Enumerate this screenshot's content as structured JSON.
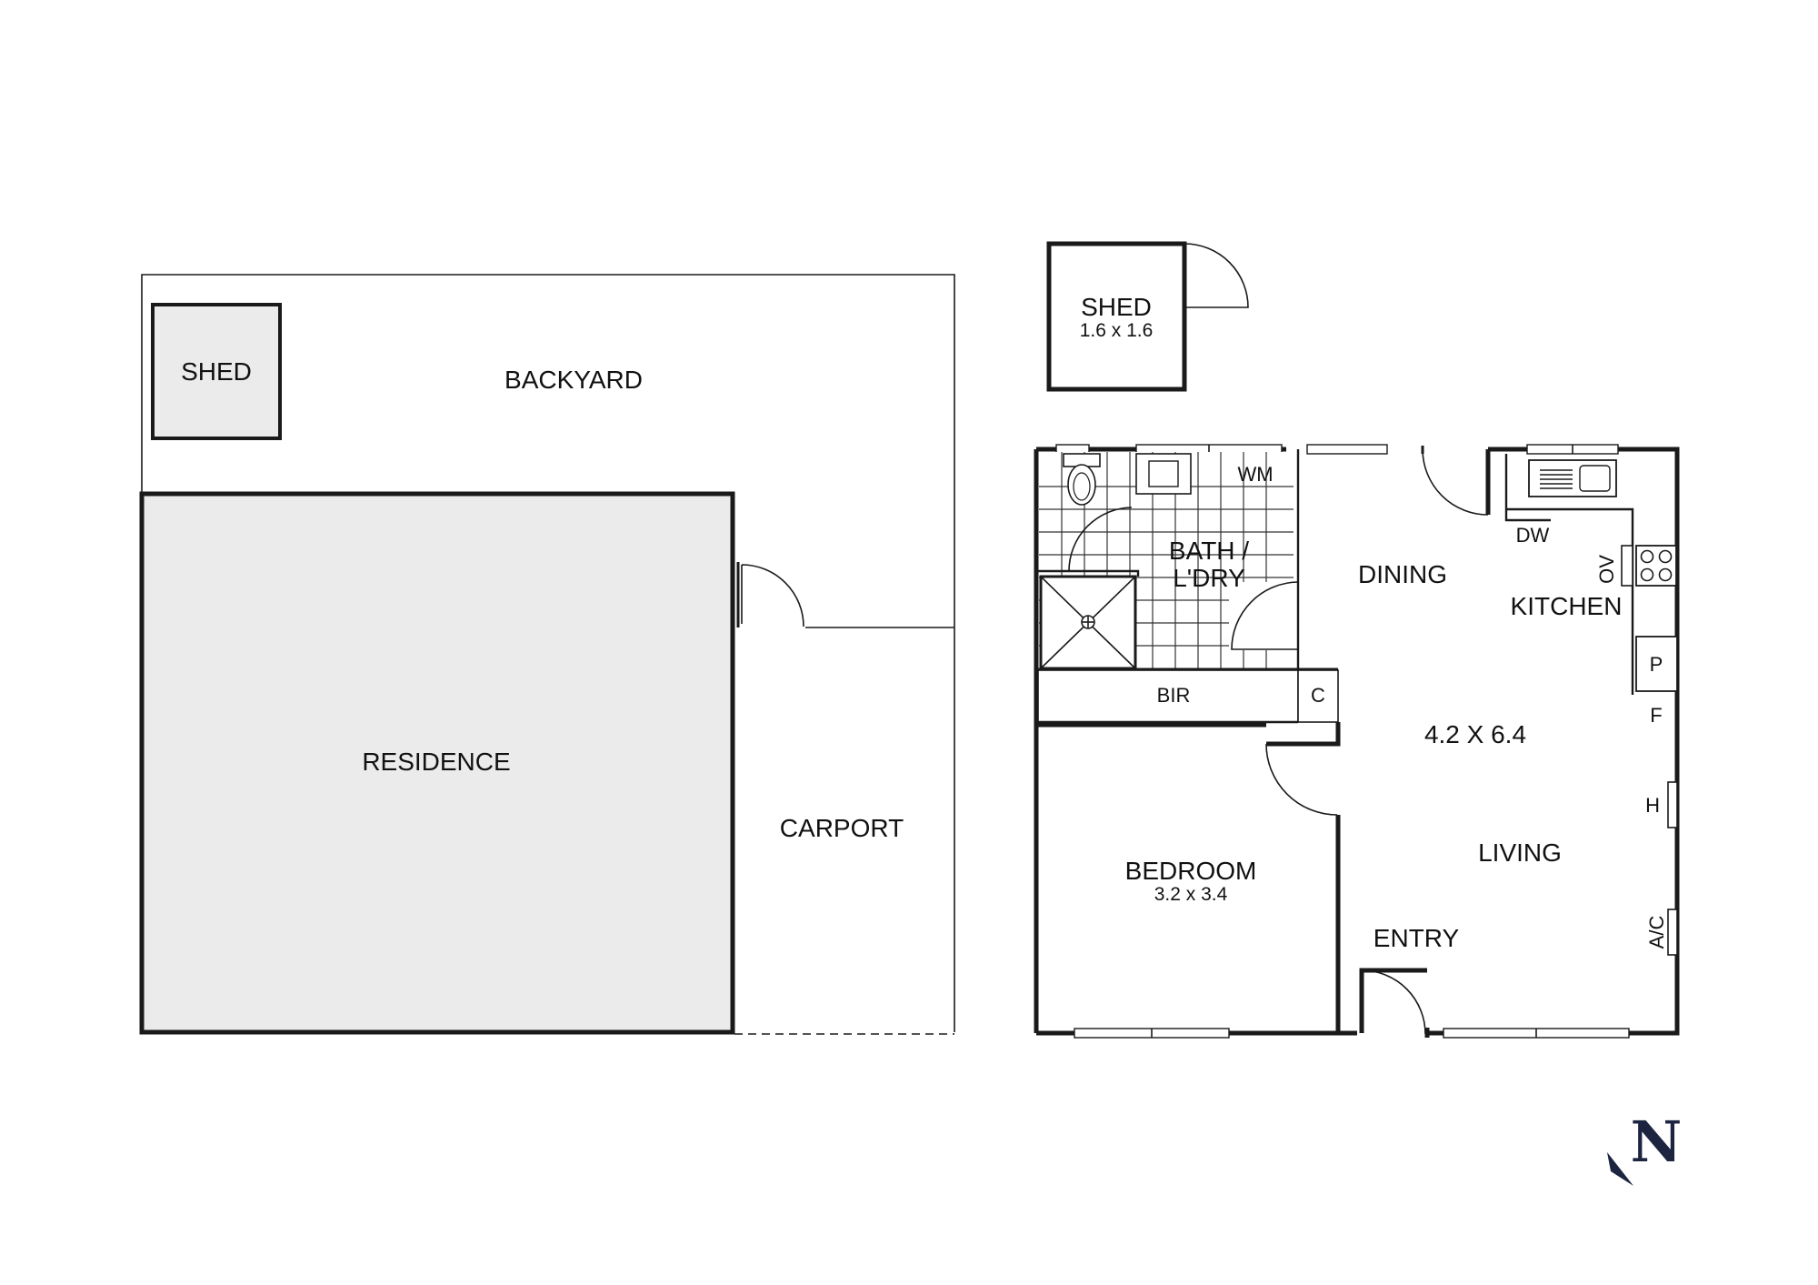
{
  "site": {
    "backyard": "BACKYARD",
    "shed": "SHED",
    "residence": "RESIDENCE",
    "carport": "CARPORT"
  },
  "plan": {
    "shed": {
      "name": "SHED",
      "size": "1.6 x 1.6"
    },
    "bath": {
      "line1": "BATH /",
      "line2": "L'DRY"
    },
    "wm": "WM",
    "dining": "DINING",
    "dw": "DW",
    "ov": "OV",
    "kitchen": "KITCHEN",
    "p": "P",
    "f": "F",
    "bir": "BIR",
    "c": "C",
    "living_size": "4.2 X 6.4",
    "h": "H",
    "living": "LIVING",
    "bedroom": {
      "name": "BEDROOM",
      "size": "3.2 x 3.4"
    },
    "entry": "ENTRY",
    "ac": "A/C"
  },
  "compass": {
    "letter": "N"
  },
  "colors": {
    "wall": "#1a1a1a",
    "fill_grey": "#ebebeb",
    "compass": "#1c2440"
  }
}
